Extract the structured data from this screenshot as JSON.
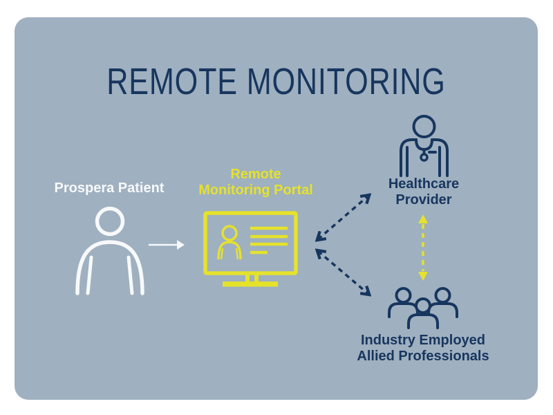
{
  "colors": {
    "page_background": "#ffffff",
    "card_background": "#9fb0c0",
    "navy": "#17365e",
    "yellow": "#e5e22c",
    "white": "#f7f9fa"
  },
  "title": "REMOTE MONITORING",
  "nodes": {
    "patient": {
      "label": "Prospera Patient",
      "icon": "person-outline-icon"
    },
    "portal": {
      "label_lines": [
        "Remote",
        "Monitoring Portal"
      ],
      "icon": "monitor-dashboard-icon"
    },
    "provider": {
      "label_lines": [
        "Healthcare",
        "Provider"
      ],
      "icon": "doctor-stethoscope-icon"
    },
    "professionals": {
      "label_lines": [
        "Industry Employed",
        "Allied Professionals"
      ],
      "icon": "people-group-icon"
    }
  },
  "connections": [
    {
      "from": "patient",
      "to": "portal",
      "style": "solid-arrow",
      "color": "white"
    },
    {
      "from": "portal",
      "to": "provider",
      "style": "dashed-double-arrow",
      "color": "navy"
    },
    {
      "from": "portal",
      "to": "professionals",
      "style": "dashed-double-arrow",
      "color": "navy"
    },
    {
      "from": "provider",
      "to": "professionals",
      "style": "dashed-double-arrow",
      "color": "yellow"
    }
  ]
}
